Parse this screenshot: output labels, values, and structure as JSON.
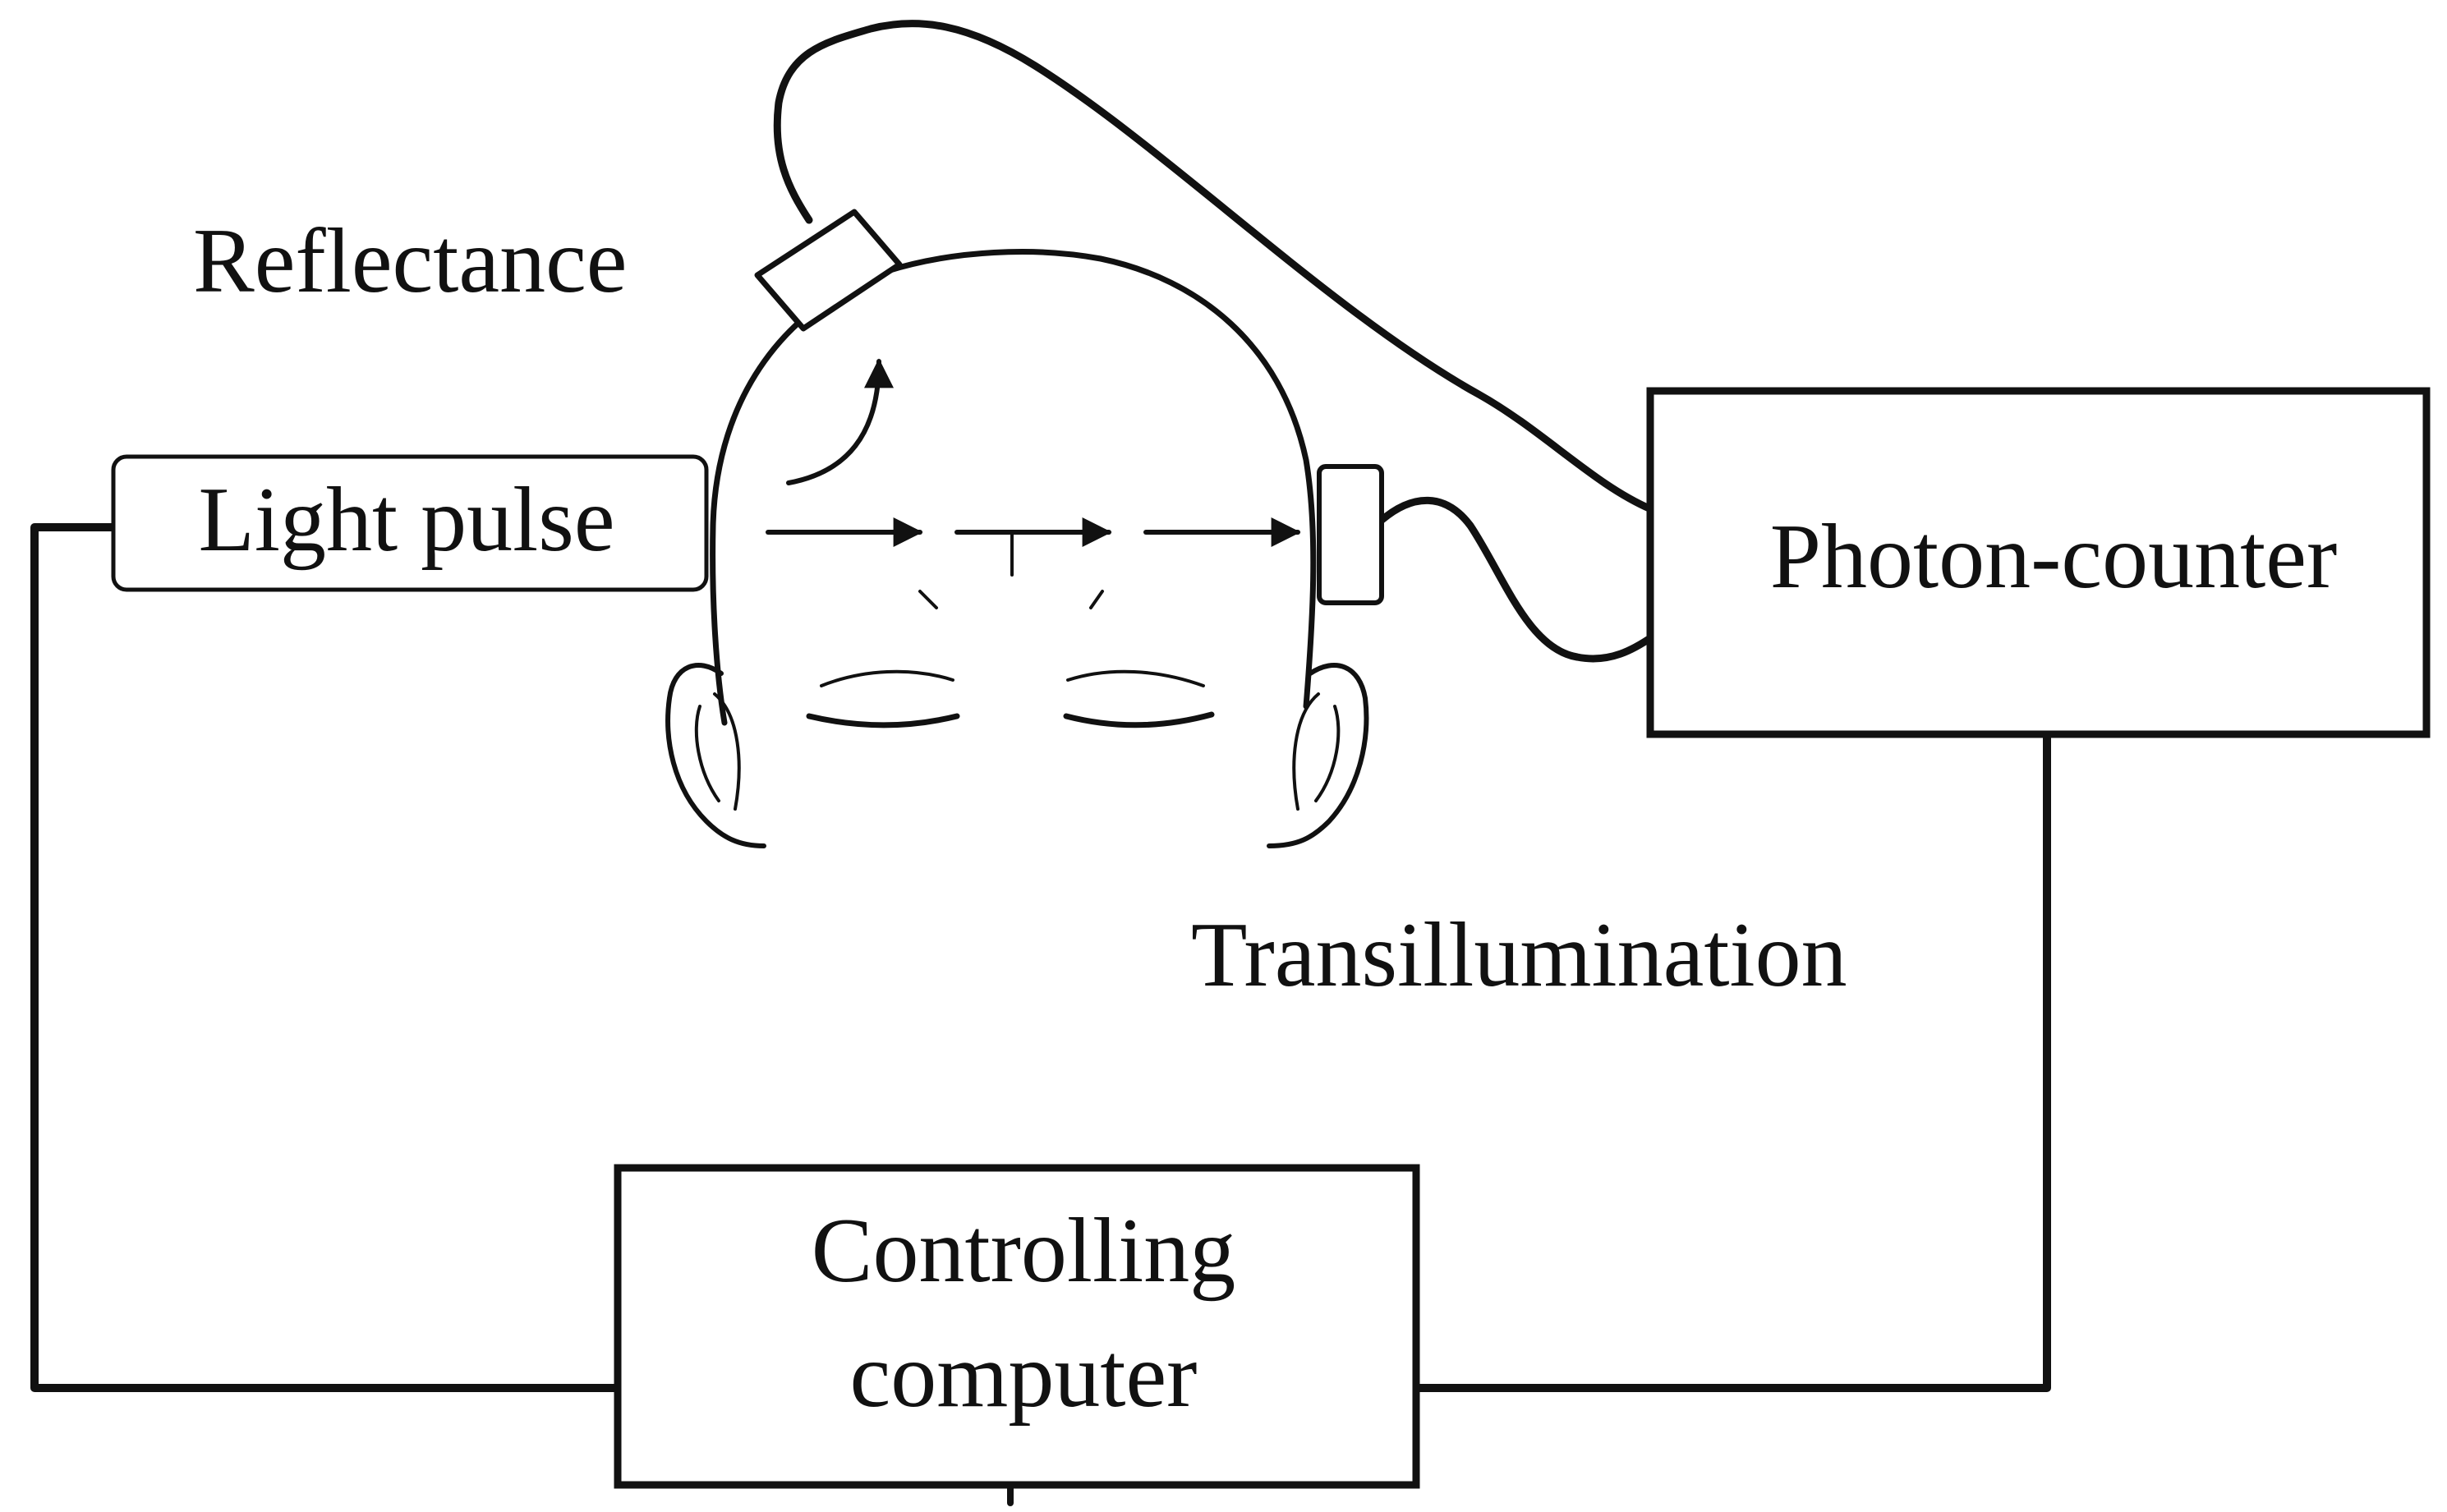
{
  "labels": {
    "reflectance": "Reflectance",
    "light_pulse": "Light pulse",
    "photon_counter": "Photon-counter",
    "transillumination": "Transillumination",
    "controlling_computer_line1": "Controlling",
    "controlling_computer_line2": "computer"
  },
  "colors": {
    "ink": "#111111",
    "background": "#ffffff",
    "faint": "#c8c8c8"
  }
}
